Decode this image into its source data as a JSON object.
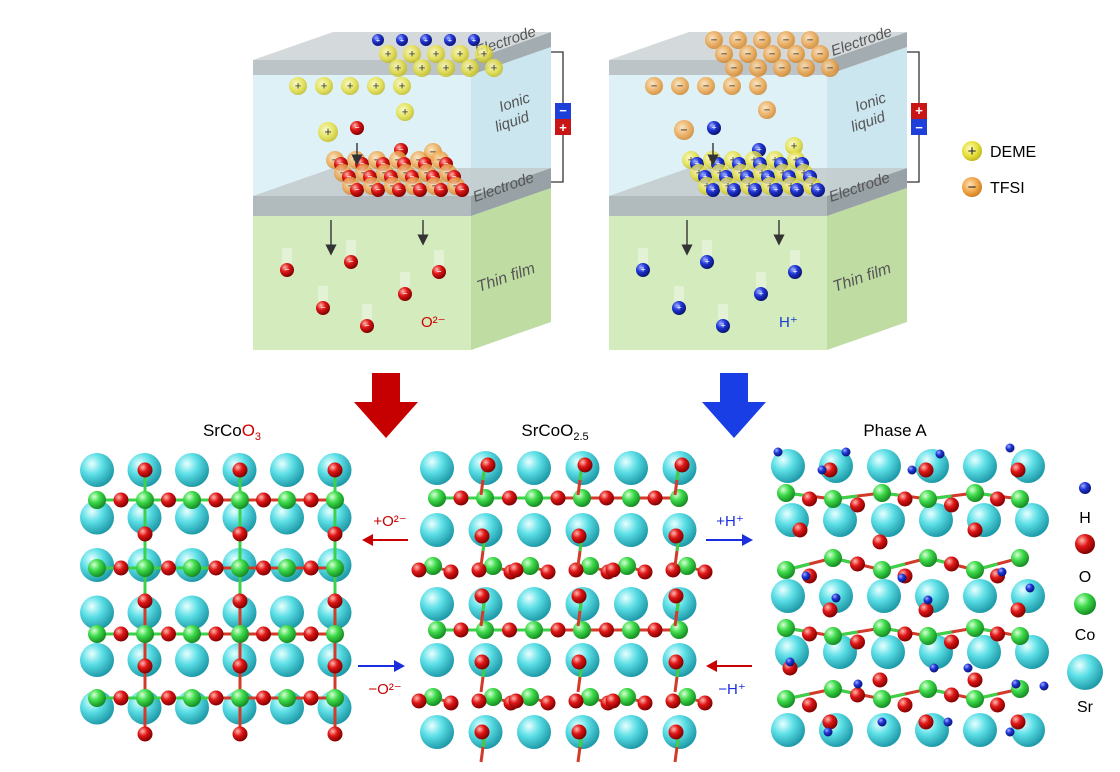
{
  "devices": [
    {
      "electrode_top": "Electrode",
      "ionic": "Ionic liquid",
      "ionic_line1": "Ionic",
      "ionic_line2": "liquid",
      "electrode_bottom": "Electrode",
      "thin_film": "Thin film",
      "ion_label": "O²⁻",
      "ion_color": "#d20000"
    },
    {
      "electrode_top": "Electrode",
      "ionic": "Ionic liquid",
      "ionic_line1": "Ionic",
      "ionic_line2": "liquid",
      "electrode_bottom": "Electrode",
      "thin_film": "Thin film",
      "ion_label": "H⁺",
      "ion_color": "#1a3bd1"
    }
  ],
  "ion_legend": [
    {
      "sign": "+",
      "label": "DEME",
      "color": "#e3de2c"
    },
    {
      "sign": "−",
      "label": "TFSI",
      "color": "#eea13c"
    }
  ],
  "phases": [
    {
      "name_main": "SrCo",
      "name_sub": "O",
      "name_subscript": "3",
      "full": "SrCoO3"
    },
    {
      "name_main": "SrCoO",
      "name_sub": "",
      "name_subscript": "2.5",
      "full": "SrCoO2.5"
    },
    {
      "name_main": "Phase A",
      "name_sub": "",
      "name_subscript": "",
      "full": "Phase A"
    }
  ],
  "transitions": {
    "left_top": "+O²⁻",
    "left_bottom": "−O²⁻",
    "right_top": "+H⁺",
    "right_bottom": "−H⁺"
  },
  "atom_legend": [
    {
      "symbol": "H",
      "color": "#1e2fc8"
    },
    {
      "symbol": "O",
      "color": "#d81212"
    },
    {
      "symbol": "Co",
      "color": "#36d84a"
    },
    {
      "symbol": "Sr",
      "color": "#47d6dc"
    }
  ],
  "colors": {
    "oxygen_arrow": "#c80000",
    "proton_arrow": "#1a3ee6",
    "electrode": "#b9c2c5",
    "ionic_liquid": "#d6ecf4",
    "thin_film": "#cfe8b6"
  }
}
